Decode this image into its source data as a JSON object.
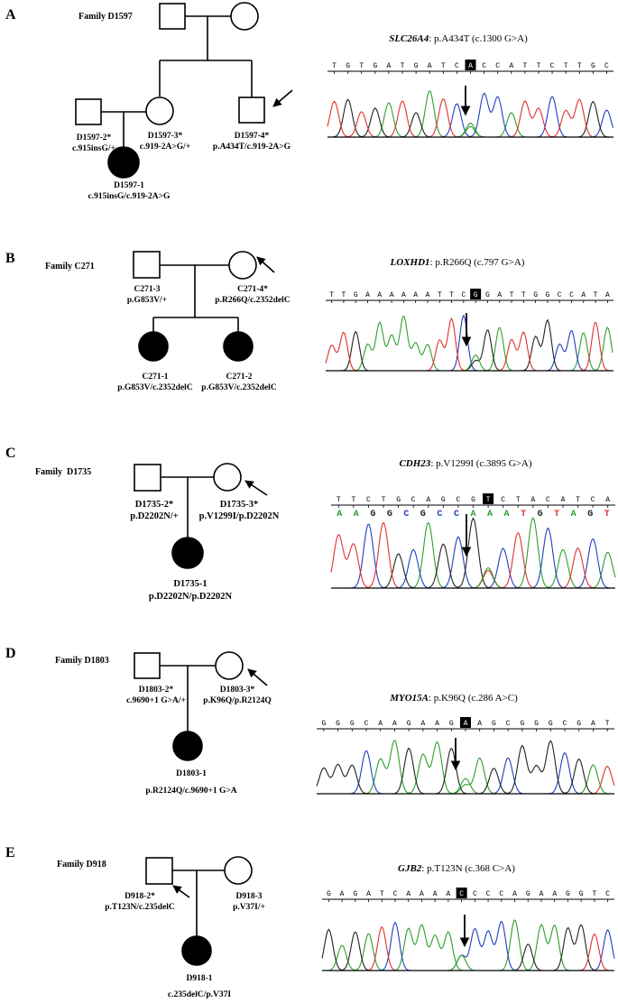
{
  "panels": [
    {
      "letter": "A",
      "family": "Family D1597",
      "gene": "SLC26A4",
      "variant": ": p.A434T (c.1300 G>A)",
      "sequence": "TGTGATGATCACCATTCTTGC",
      "highlight_index": 10,
      "members": {
        "father_id": "D1597-2*",
        "father_geno": "c.915insG/+",
        "mother_id": "D1597-3*",
        "mother_geno": "c.919-2A>G/+",
        "proband_id": "D1597-4*",
        "proband_geno": "p.A434T/c.919-2A>G",
        "child_id": "D1597-1",
        "child_geno": "c.915insG/c.919-2A>G"
      }
    },
    {
      "letter": "B",
      "family": "Family C271",
      "gene": "LOXHD1",
      "variant": ": p.R266Q (c.797 G>A)",
      "sequence": "TTGAAAAAATTCGGATTGGCCATA",
      "highlight_index": 12,
      "members": {
        "father_id": "C271-3",
        "father_geno": "p.G853V/+",
        "mother_id": "C271-4*",
        "mother_geno": "p.R266Q/c.2352delC",
        "child1_id": "C271-1",
        "child1_geno": "p.G853V/c.2352delC",
        "child2_id": "C271-2",
        "child2_geno": "p.G853V/c.2352delC"
      }
    },
    {
      "letter": "C",
      "family": "Family  D1735",
      "gene": "CDH23",
      "variant": ": p.V1299I (c.3895 G>A)",
      "sequence": "TTCTGCAGCGTCTACATCA",
      "highlight_index": 10,
      "sequence2": "AAGGCGCCAAATGTAGT",
      "members": {
        "father_id": "D1735-2*",
        "father_geno": "p.D2202N/+",
        "mother_id": "D1735-3*",
        "mother_geno": "p.V1299I/p.D2202N",
        "child_id": "D1735-1",
        "child_geno": "p.D2202N/p.D2202N"
      }
    },
    {
      "letter": "D",
      "family": "Family D1803",
      "gene": "MYO15A",
      "variant": ": p.K96Q (c.286 A>C)",
      "sequence": "GGGCAAGAAGAAGCGGGCGAT",
      "highlight_index": 10,
      "members": {
        "father_id": "D1803-2*",
        "father_geno": "c.9690+1 G>A/+",
        "mother_id": "D1803-3*",
        "mother_geno": "p.K96Q/p.R2124Q",
        "child_id": "D1803-1",
        "child_geno": "p.R2124Q/c.9690+1 G>A"
      }
    },
    {
      "letter": "E",
      "family": "Family D918",
      "gene": "GJB2",
      "variant": ": p.T123N (c.368 C>A)",
      "sequence": "GAGATCAAAACCCCAGAAGGTC",
      "highlight_index": 10,
      "members": {
        "father_id": "D918-2*",
        "father_geno": "p.T123N/c.235delC",
        "mother_id": "D918-3",
        "mother_geno": "p.V37I/+",
        "child_id": "D918-1",
        "child_geno": "c.235delC/p.V37I"
      }
    }
  ],
  "colors": {
    "A": "#2ca02c",
    "C": "#1f3fbf",
    "G": "#222222",
    "T": "#e03030",
    "affected": "#000000",
    "unaffected": "#ffffff"
  }
}
